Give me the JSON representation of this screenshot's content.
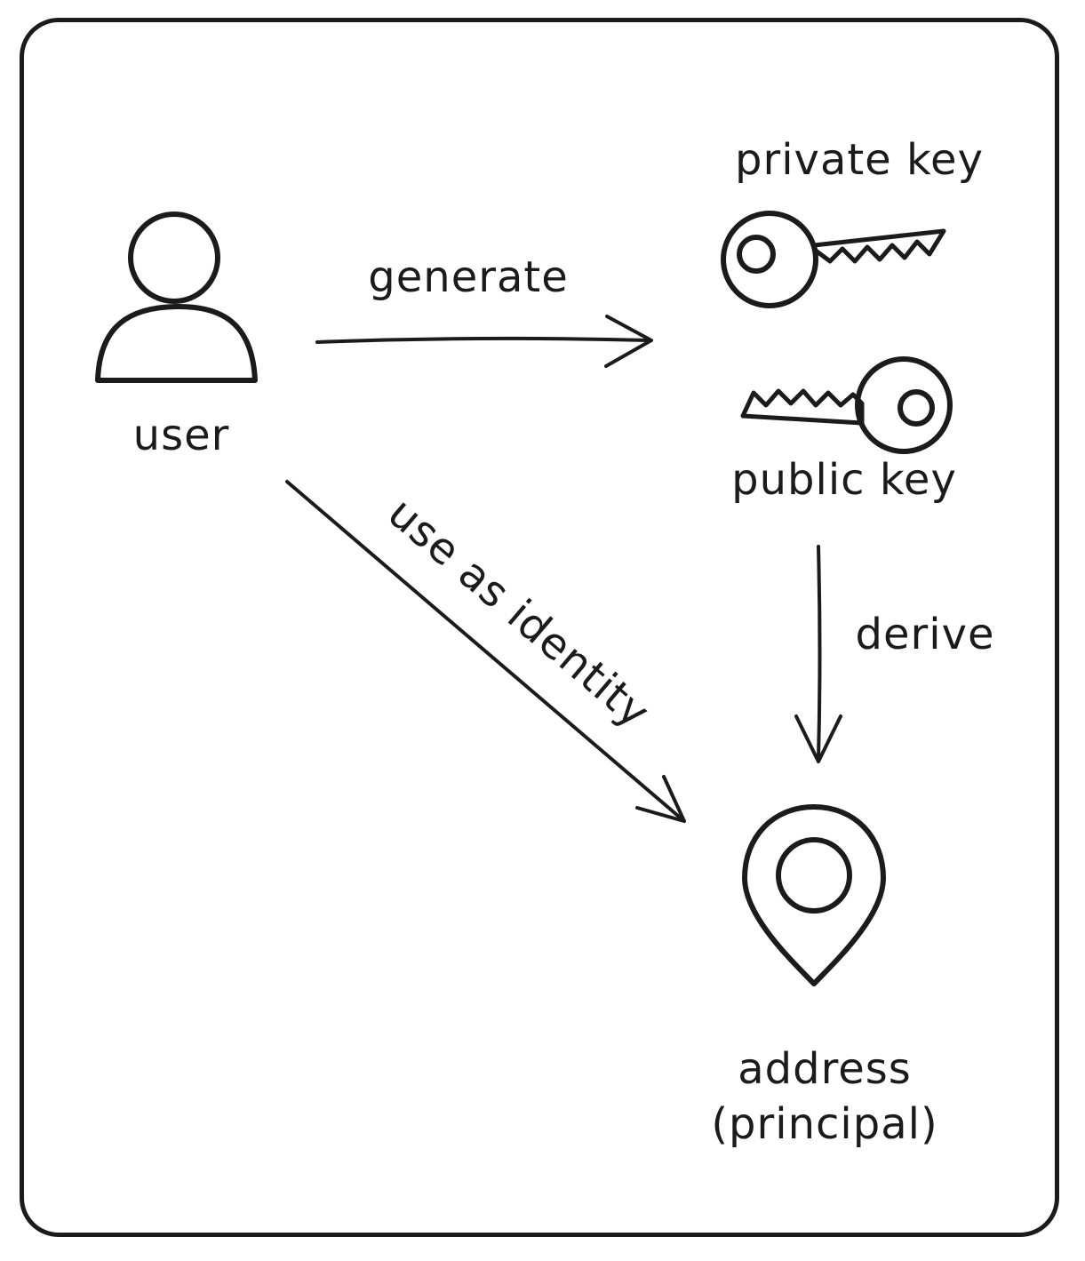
{
  "diagram": {
    "background": "#ffffff",
    "stroke_color": "#1b1b1b",
    "nodes": {
      "user": {
        "label": "user",
        "icon": "user-icon"
      },
      "private_key": {
        "label": "private key",
        "icon": "private-key-icon"
      },
      "public_key": {
        "label": "public key",
        "icon": "public-key-icon"
      },
      "address": {
        "label": "address",
        "sublabel": "(principal)",
        "icon": "address-pin-icon"
      }
    },
    "edges": [
      {
        "from": "user",
        "to": "keys",
        "label": "generate"
      },
      {
        "from": "public_key",
        "to": "address",
        "label": "derive"
      },
      {
        "from": "user",
        "to": "address",
        "label": "use as identity"
      }
    ]
  }
}
